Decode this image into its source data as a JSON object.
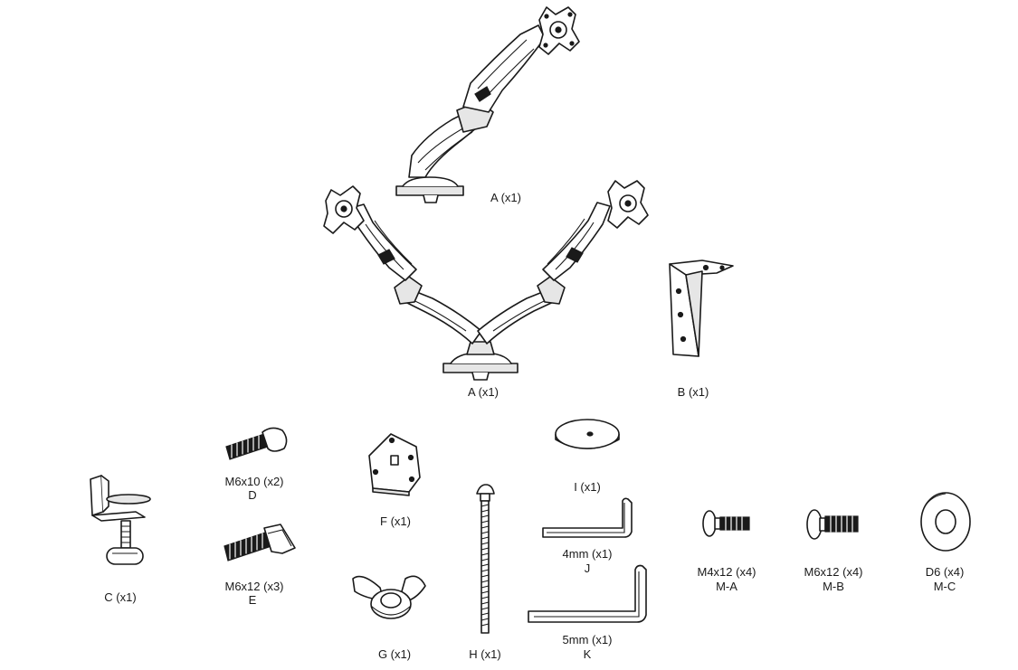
{
  "parts": {
    "a_single": {
      "label": "A (x1)"
    },
    "a_dual": {
      "label": "A (x1)"
    },
    "b": {
      "label": "B (x1)"
    },
    "c": {
      "label": "C (x1)"
    },
    "d": {
      "label": "M6x10 (x2)",
      "code": "D"
    },
    "e": {
      "label": "M6x12 (x3)",
      "code": "E"
    },
    "f": {
      "label": "F (x1)"
    },
    "g": {
      "label": "G (x1)"
    },
    "h": {
      "label": "H (x1)"
    },
    "i": {
      "label": "I (x1)"
    },
    "j": {
      "label": "4mm (x1)",
      "code": "J"
    },
    "k": {
      "label": "5mm (x1)",
      "code": "K"
    },
    "ma": {
      "label": "M4x12 (x4)",
      "code": "M-A"
    },
    "mb": {
      "label": "M6x12 (x4)",
      "code": "M-B"
    },
    "mc": {
      "label": "D6 (x4)",
      "code": "M-C"
    }
  }
}
